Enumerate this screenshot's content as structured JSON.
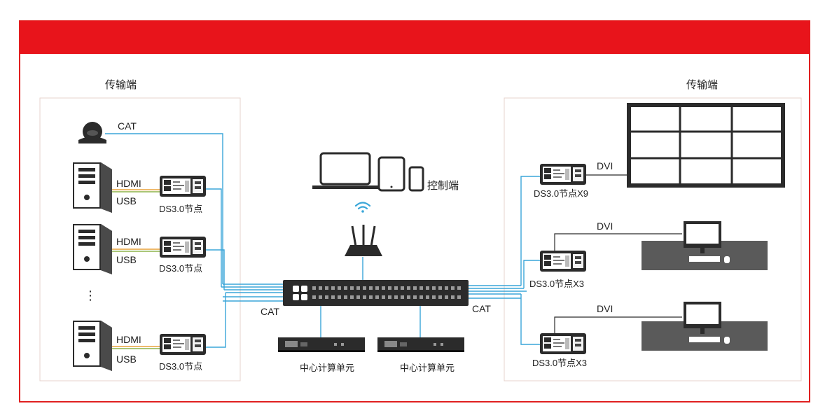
{
  "colors": {
    "header_red": "#e8141b",
    "border_red": "#e02020",
    "panel_border": "#e7d3cc",
    "link_blue": "#3aa6d8",
    "hdmi_orange": "#e8a23c",
    "usb_green": "#8db34a",
    "device_dark": "#2b2b2b",
    "desk_gray": "#5a5a5a"
  },
  "left_panel": {
    "title": "传输端",
    "camera": {
      "icon": "camera-icon",
      "cable_label": "CAT"
    },
    "ellipsis": "⋮",
    "rows": [
      {
        "hdmi": "HDMI",
        "usb": "USB",
        "node": "DS3.0节点",
        "pc_icon": "pc-tower-icon"
      },
      {
        "hdmi": "HDMI",
        "usb": "USB",
        "node": "DS3.0节点",
        "pc_icon": "pc-tower-icon"
      },
      {
        "hdmi": "HDMI",
        "usb": "USB",
        "node": "DS3.0节点",
        "pc_icon": "pc-tower-icon"
      }
    ],
    "trunk_label": "CAT"
  },
  "center": {
    "control_label": "控制端",
    "devices": [
      "laptop-icon",
      "tablet-icon",
      "phone-icon"
    ],
    "wifi_icon": "wifi-icon",
    "router_icon": "router-icon",
    "switch_icon": "network-switch-icon",
    "compute_units": [
      "中心计算单元",
      "中心计算单元"
    ]
  },
  "right_panel": {
    "title": "传输端",
    "trunk_label": "CAT",
    "outputs": [
      {
        "node": "DS3.0节点X9",
        "cable": "DVI",
        "display": "video-wall-icon"
      },
      {
        "node": "DS3.0节点X3",
        "cable": "DVI",
        "display": "workstation-monitor-icon"
      },
      {
        "node": "DS3.0节点X3",
        "cable": "DVI",
        "display": "workstation-monitor-icon"
      }
    ]
  }
}
